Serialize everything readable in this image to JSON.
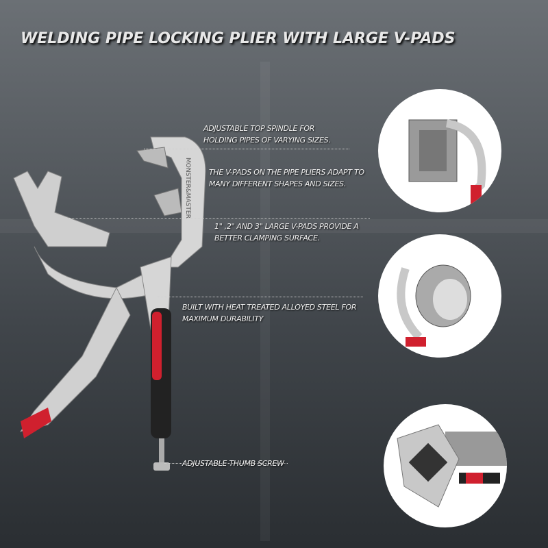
{
  "title": "WELDING PIPE LOCKING PLIER WITH LARGE V-PADS",
  "brand_on_tool": "MONSTER&MASTER",
  "features": [
    {
      "text": "ADJUSTABLE TOP SPINDLE FOR HOLDING PIPES OF VARYING SIZES."
    },
    {
      "text": "THE V-PADS ON THE PIPE PLIERS ADAPT TO MANY DIFFERENT SHAPES AND SIZES."
    },
    {
      "text": "1\" ,2\" AND 3\" LARGE V-PADS PROVIDE A BETTER CLAMPING SURFACE."
    },
    {
      "text": "BUILT WITH HEAT TREATED ALLOYED STEEL FOR MAXIMUM DURABILITY"
    },
    {
      "text": "ADJUSTABLE THUMB SCREW"
    }
  ],
  "colors": {
    "handle_red": "#d0202e",
    "steel": "#d6d6d6",
    "background": "#4a4f54"
  }
}
